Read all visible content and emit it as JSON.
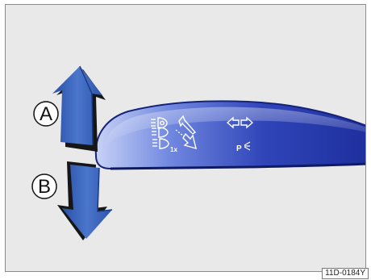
{
  "figure": {
    "callout_a": "A",
    "callout_b": "B",
    "reference_code": "11D-0184Y",
    "badge_1x": "1x",
    "parking_light_label": "P"
  },
  "icons": {
    "arrow_up": "arrow-up-icon",
    "arrow_down": "arrow-down-icon",
    "headlight_flash": "headlight-flash-icon",
    "main_beam": "main-beam-icon",
    "headlight_1x": "headlight-1x-icon",
    "lever_move": "lever-move-icon",
    "turn_signals": "turn-signal-icon",
    "parking_light": "parking-light-icon"
  },
  "colors": {
    "lever_dark": "#1d2e9c",
    "lever_light": "#bcc9f4",
    "arrow_blue": "#3560b7",
    "arrow_shadow": "#161616",
    "background": "#e9e9e9"
  }
}
